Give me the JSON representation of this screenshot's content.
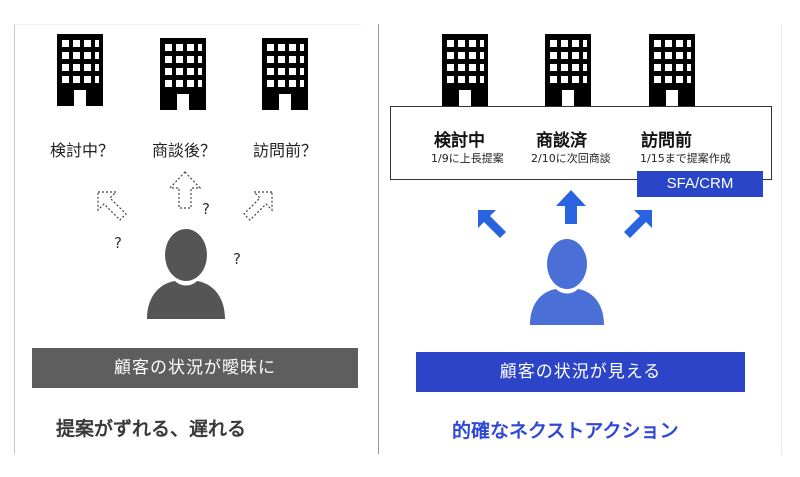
{
  "left_panel": {
    "buildings": [
      {
        "label": "検討中？"
      },
      {
        "label": "商談後？"
      },
      {
        "label": "訪問前？"
      }
    ],
    "question_marks": [
      "?",
      "?",
      "?"
    ],
    "banner": "顧客の状況が曖昧に",
    "caption": "提案がずれる、遅れる"
  },
  "right_panel": {
    "buildings": [
      {
        "label": "検討中",
        "detail": "1/9に上長提案"
      },
      {
        "label": "商談済",
        "detail": "2/10に次回商談"
      },
      {
        "label": "訪問前",
        "detail": "1/15まで提案作成"
      }
    ],
    "tool_badge": "SFA/CRM",
    "banner": "顧客の状況が見える",
    "caption": "的確なネクストアクション"
  },
  "colors": {
    "neutral_gray": "#5e5e5e",
    "person_gray": "#555555",
    "accent_blue": "#2c44c8",
    "arrow_blue": "#2a63e0",
    "person_blue": "#4a6fd6"
  }
}
